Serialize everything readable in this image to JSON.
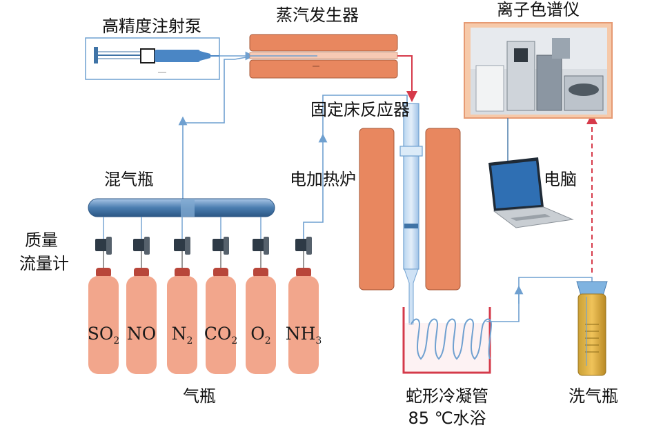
{
  "labels": {
    "pump": "高精度注射泵",
    "steam_generator": "蒸汽发生器",
    "ion_chromatograph": "离子色谱仪",
    "fixed_bed_reactor": "固定床反应器",
    "mixing_bottle": "混气瓶",
    "electric_furnace": "电加热炉",
    "computer": "电脑",
    "mass_flow_line1": "质量",
    "mass_flow_line2": "流量计",
    "gas_cylinders": "气瓶",
    "condenser": "蛇形冷凝管",
    "water_bath": "85 ℃水浴",
    "wash_bottle": "洗气瓶"
  },
  "gases": [
    {
      "base": "SO",
      "sub": "2"
    },
    {
      "base": "NO",
      "sub": ""
    },
    {
      "base": "N",
      "sub": "2"
    },
    {
      "base": "CO",
      "sub": "2"
    },
    {
      "base": "O",
      "sub": "2"
    },
    {
      "base": "NH",
      "sub": "3"
    }
  ],
  "colors": {
    "cylinder": "#f2a68c",
    "cylinder_cap": "#b8463a",
    "furnace": "#e8875f",
    "pipe": "#6fa0d0",
    "mixer": "#3f73a6",
    "bath": "#d43a4a",
    "signal": "#d63a4a",
    "wash_bottle": "#e2a93a"
  },
  "icons": {
    "flow_meter": "mass-flow-controller-icon",
    "laptop": "laptop-icon",
    "chromatograph": "ion-chromatograph-photo"
  }
}
